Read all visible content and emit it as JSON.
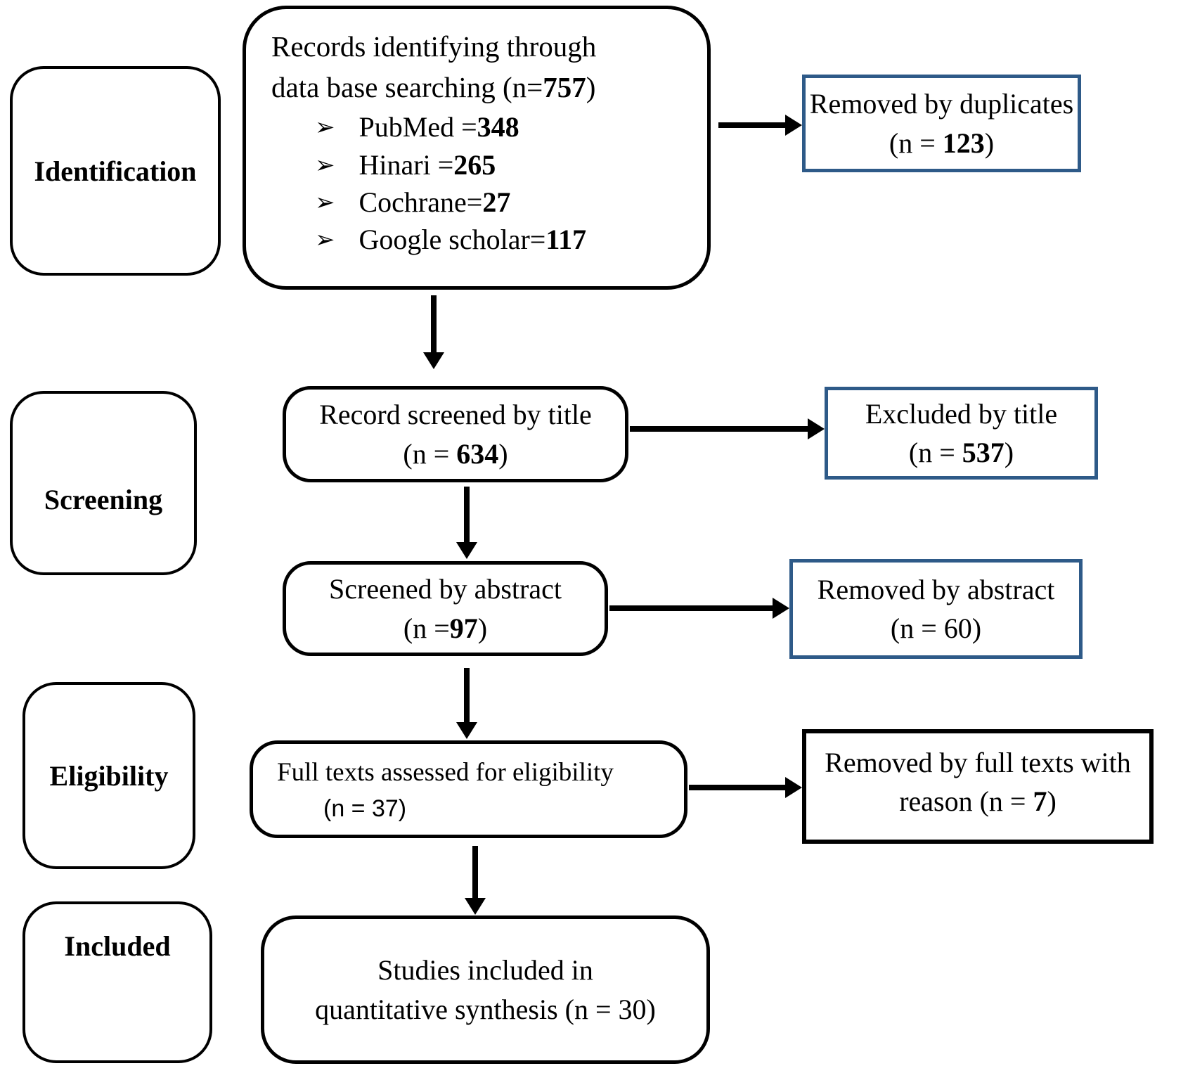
{
  "colors": {
    "box_border_black": "#000000",
    "box_border_blue": "#2E5A88",
    "background": "#FFFFFF",
    "text": "#000000"
  },
  "phases": [
    {
      "label": "Identification"
    },
    {
      "label": "Screening"
    },
    {
      "label": "Eligibility"
    },
    {
      "label": "Included"
    }
  ],
  "records": {
    "line1": "Records identifying through",
    "line2_pre": "data base searching (n=",
    "line2_num": "757",
    "line2_post": ")",
    "bullet_glyph": "➢",
    "sources": [
      {
        "label": "PubMed =",
        "count": "348"
      },
      {
        "label": "Hinari =",
        "count": "265"
      },
      {
        "label": "Cochrane=",
        "count": "27"
      },
      {
        "label": "Google scholar=",
        "count": "117"
      }
    ]
  },
  "removed_duplicates": {
    "line1": "Removed by duplicates",
    "n_pre": "(n = ",
    "n_num": "123",
    "n_post": ")"
  },
  "screened_title": {
    "line1": "Record screened by title",
    "n_pre": "(n = ",
    "n_num": "634",
    "n_post": ")"
  },
  "excluded_title": {
    "line1": "Excluded by title",
    "n_pre": "(n = ",
    "n_num": "537",
    "n_post": ")"
  },
  "screened_abstract": {
    "line1": "Screened by abstract",
    "n_pre": "(n =",
    "n_num": "97",
    "n_post": ")"
  },
  "removed_abstract": {
    "line1": "Removed by abstract",
    "line2": "(n = 60)"
  },
  "full_texts": {
    "line1": "Full texts assessed for eligibility",
    "line2": "(n = 37)"
  },
  "removed_fulltexts": {
    "line1": "Removed by full texts with",
    "line2_pre": "reason (n = ",
    "line2_num": "7",
    "line2_post": ")"
  },
  "studies_included": {
    "line1": "Studies included in",
    "line2": "quantitative synthesis (n = 30)"
  }
}
